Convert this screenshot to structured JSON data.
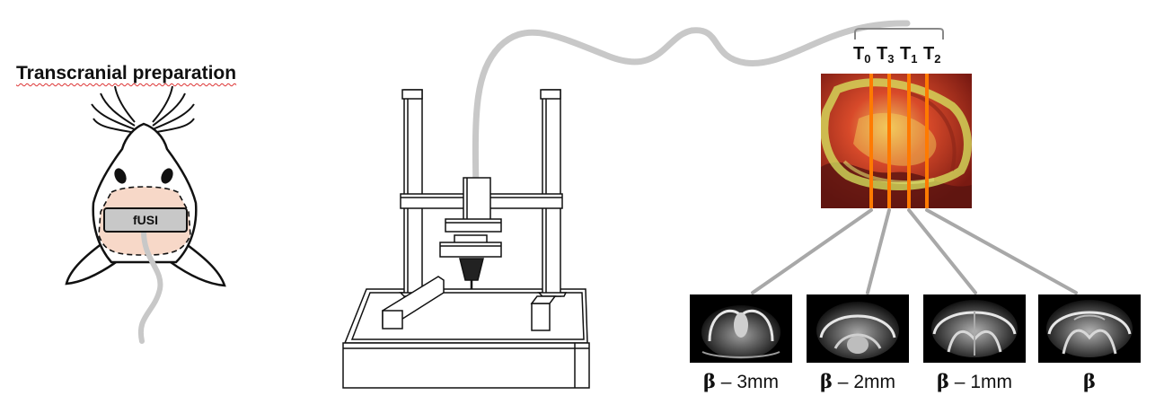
{
  "preparation_title": "Transcranial preparation",
  "probe_label": "fUSI",
  "time_labels": [
    {
      "base": "T",
      "sub": "0"
    },
    {
      "base": "T",
      "sub": "3"
    },
    {
      "base": "T",
      "sub": "1"
    },
    {
      "base": "T",
      "sub": "2"
    }
  ],
  "slices": [
    {
      "symbol": "β",
      "suffix": " – 3mm"
    },
    {
      "symbol": "β",
      "suffix": " – 2mm"
    },
    {
      "symbol": "β",
      "suffix": " – 1mm"
    },
    {
      "symbol": "β",
      "suffix": ""
    }
  ],
  "colors": {
    "cable": "#c8c8c8",
    "plane_marker": "#ff7a00",
    "connector": "#a8a8a8",
    "cranial_window": "#f7d8c8",
    "probe_fill": "#c8c8c8"
  }
}
